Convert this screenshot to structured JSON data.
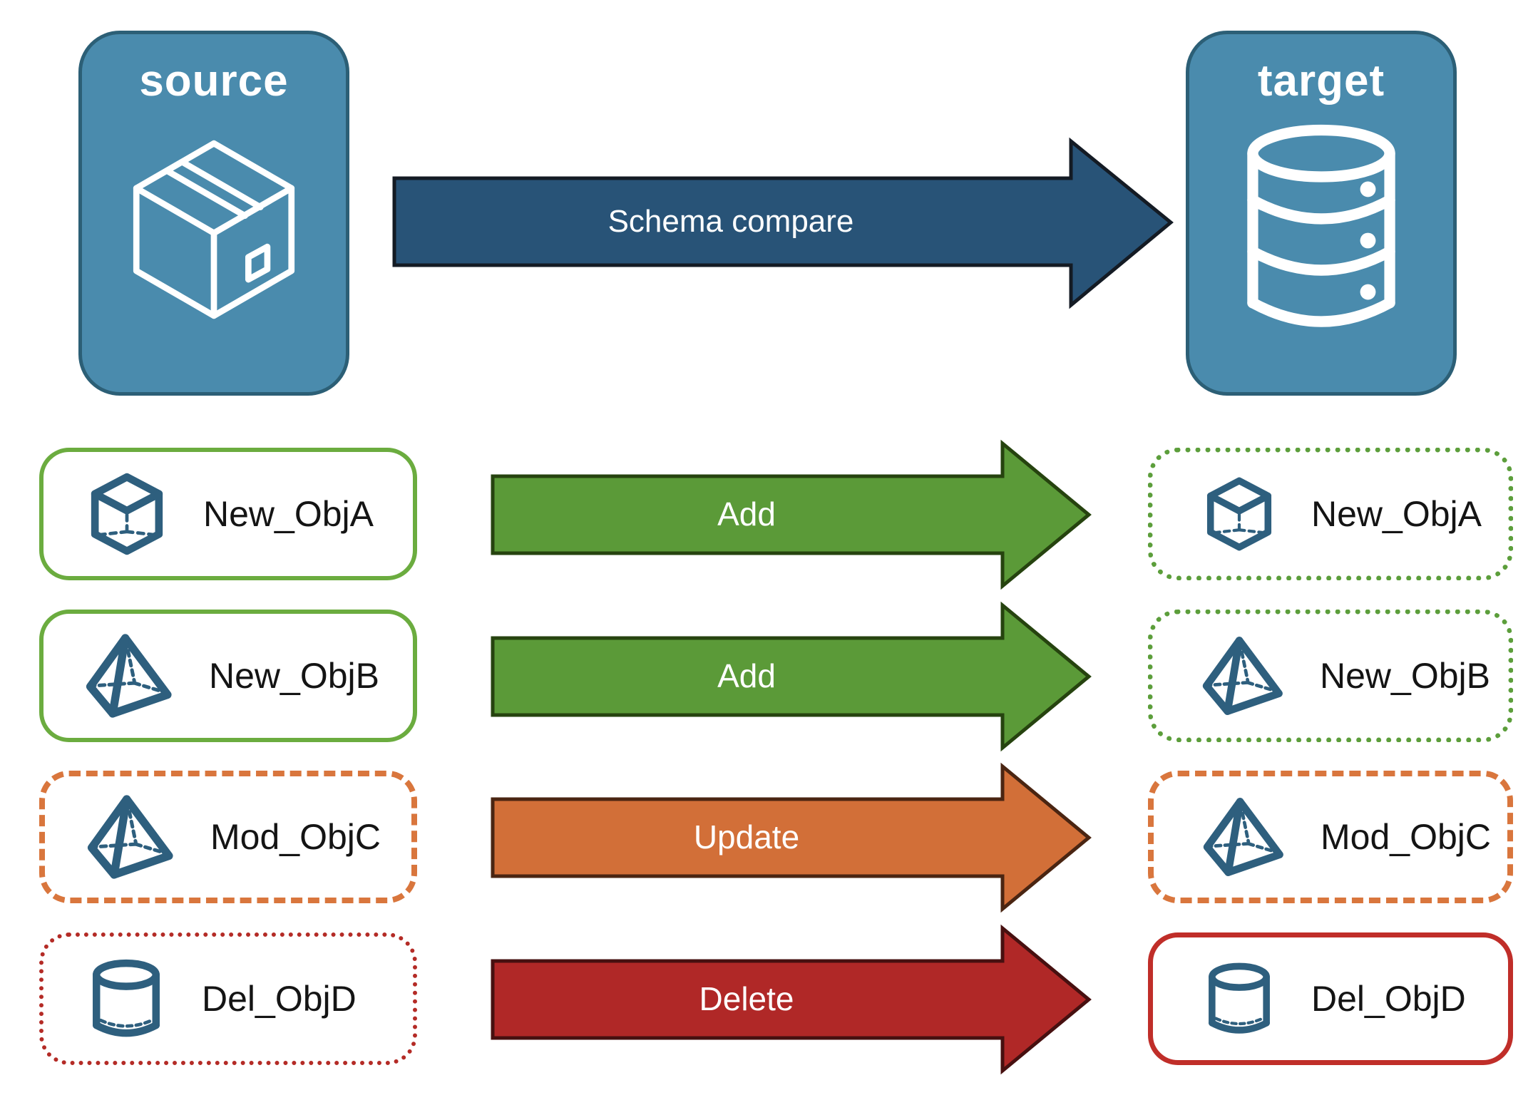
{
  "nodes": {
    "source": {
      "label": "source",
      "fill": "#4A8BAD",
      "border_color": "#2C5F76",
      "icon": "package-box"
    },
    "target": {
      "label": "target",
      "fill": "#4A8BAD",
      "border_color": "#2C5F76",
      "icon": "database"
    }
  },
  "main_arrow": {
    "label": "Schema compare",
    "fill": "#285377",
    "outline_color": "#141B24"
  },
  "rows": [
    {
      "object_name": "New_ObjA",
      "object_icon": "cube",
      "action": "Add",
      "arrow_fill": "#5B9A38",
      "arrow_outline": "#26430F",
      "source_box_border": "solid green",
      "target_box_border": "dotted green"
    },
    {
      "object_name": "New_ObjB",
      "object_icon": "pyramid",
      "action": "Add",
      "arrow_fill": "#5B9A38",
      "arrow_outline": "#26430F",
      "source_box_border": "solid green",
      "target_box_border": "dotted green"
    },
    {
      "object_name": "Mod_ObjC",
      "object_icon": "pyramid",
      "action": "Update",
      "arrow_fill": "#D26F38",
      "arrow_outline": "#4A2512",
      "source_box_border": "dashed orange",
      "target_box_border": "dashed orange"
    },
    {
      "object_name": "Del_ObjD",
      "object_icon": "cylinder",
      "action": "Delete",
      "arrow_fill": "#B02827",
      "arrow_outline": "#471010",
      "source_box_border": "dotted red",
      "target_box_border": "solid red"
    }
  ],
  "icon_color": "#2E5F7E"
}
